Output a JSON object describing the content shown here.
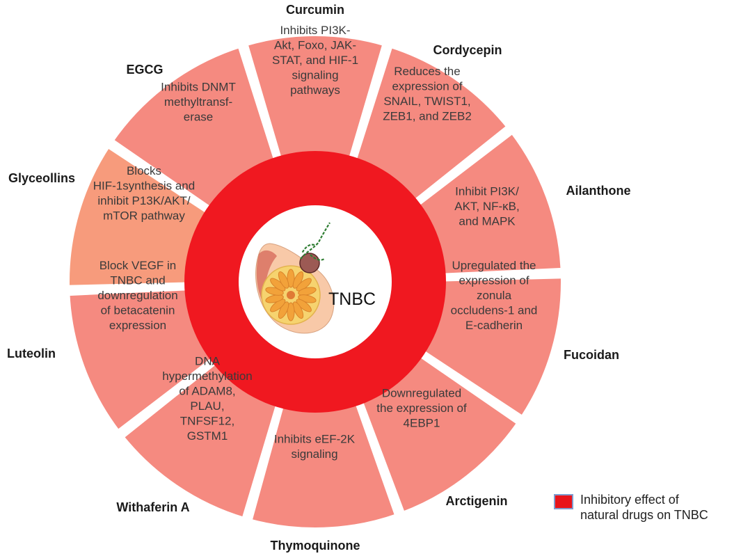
{
  "center": {
    "label": "TNBC"
  },
  "colors": {
    "ring": "#f01820",
    "segment": "#f58a80",
    "segment_alt": "#f79b7c",
    "background": "#ffffff"
  },
  "segments": [
    {
      "drug": "Curcumin",
      "effect": [
        "Inhibits  PI3K-",
        "Akt, Foxo, JAK-",
        "STAT, and HIF-1",
        "signaling",
        "pathways"
      ]
    },
    {
      "drug": "Cordycepin",
      "effect": [
        "Reduces the",
        "expression of",
        "SNAIL, TWIST1,",
        "ZEB1, and ZEB2"
      ]
    },
    {
      "drug": "Ailanthone",
      "effect": [
        "Inhibit PI3K/",
        "AKT, NF-κB,",
        "and MAPK"
      ]
    },
    {
      "drug": "Fucoidan",
      "effect": [
        "Upregulated the",
        "expression of",
        "zonula",
        "occludens-1 and",
        "E-cadherin"
      ]
    },
    {
      "drug": "Arctigenin",
      "effect": [
        "Downregulated",
        "the expression of",
        "4EBP1"
      ]
    },
    {
      "drug": "Thymoquinone",
      "effect": [
        "Inhibits eEF-2K",
        "signaling"
      ]
    },
    {
      "drug": "Withaferin A",
      "effect": [
        "DNA",
        "hypermethylation",
        "of ADAM8,",
        "PLAU,",
        "TNFSF12,",
        "GSTM1"
      ]
    },
    {
      "drug": "Luteolin",
      "effect": [
        "Block VEGF in",
        "TNBC and",
        "downregulation",
        "of betacatenin",
        "expression"
      ]
    },
    {
      "drug": "Glyceollins",
      "effect": [
        "Blocks",
        "HIF-1synthesis and",
        "inhibit P13K/AKT/",
        "mTOR pathway"
      ]
    },
    {
      "drug": "EGCG",
      "effect": [
        "Inhibits DNMT",
        "methyltransf-",
        "erase"
      ]
    }
  ],
  "legend": {
    "label": "Inhibitory effect of natural drugs on TNBC",
    "label_lines": [
      "Inhibitory effect of",
      "natural drugs on TNBC"
    ],
    "color": "#e8141b"
  }
}
